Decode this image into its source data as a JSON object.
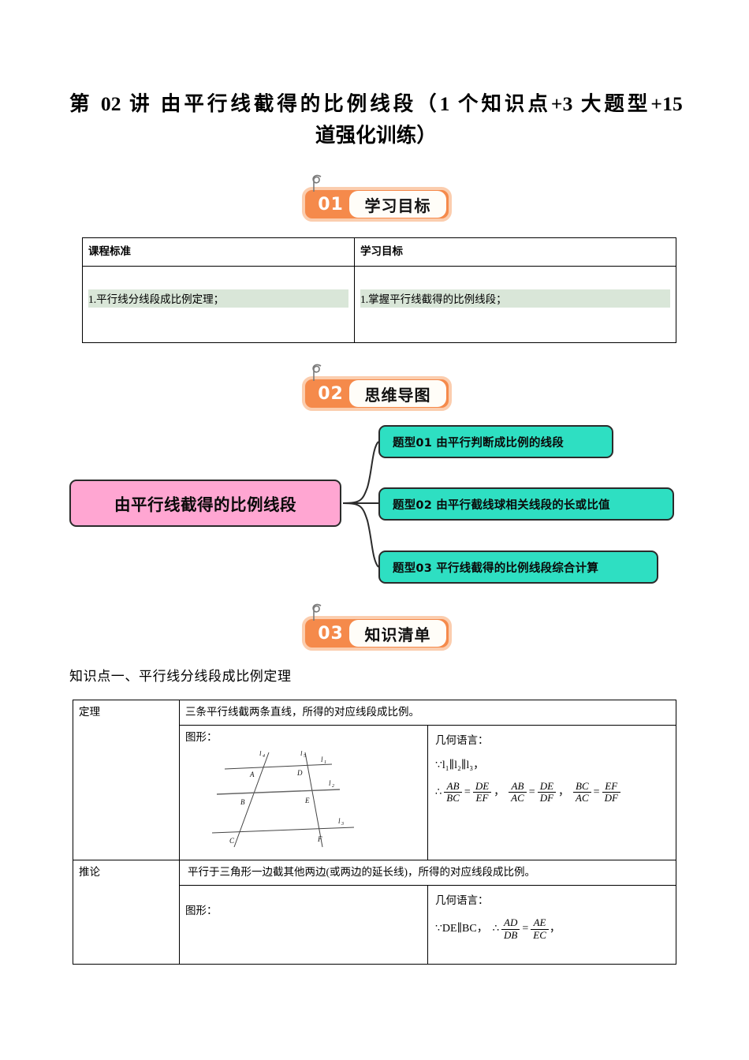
{
  "title": {
    "line1": "第 02 讲  由平行线截得的比例线段（1 个知识点+3 大题型+15",
    "line2": "道强化训练）"
  },
  "sections": [
    {
      "num": "01",
      "label": "学习目标"
    },
    {
      "num": "02",
      "label": "思维导图"
    },
    {
      "num": "03",
      "label": "知识清单"
    }
  ],
  "objectives_table": {
    "headers": [
      "课程标准",
      "学习目标"
    ],
    "rows": [
      [
        "1.平行线分线段成比例定理；",
        "1.掌握平行线截得的比例线段；"
      ]
    ],
    "highlight_color": "#D9E6D8"
  },
  "mindmap": {
    "root": "由平行线截得的比例线段",
    "root_color": "#FFA6D2",
    "branch_color": "#2EDFC2",
    "branches": [
      "题型01  由平行判断成比例的线段",
      "题型02  由平行截线球相关线段的长或比值",
      "题型03  平行线截得的比例线段综合计算"
    ]
  },
  "knowledge_point": {
    "heading": "知识点一、平行线分线段成比例定理"
  },
  "theorem_table": {
    "row1": {
      "label": "定理",
      "banner": "三条平行线截两条直线，所得的对应线段成比例。",
      "figure_label": "图形：",
      "lang_label": "几何语言：",
      "given": "∵l₁∥l₂∥l₃，",
      "conclusion_prefix": "∴",
      "equations": [
        {
          "n1": "AB",
          "d1": "BC",
          "n2": "DE",
          "d2": "EF"
        },
        {
          "n1": "AB",
          "d1": "AC",
          "n2": "DE",
          "d2": "DF"
        },
        {
          "n1": "BC",
          "d1": "AC",
          "n2": "EF",
          "d2": "DF"
        }
      ],
      "figure_points": [
        "l₄",
        "l₅",
        "l₁",
        "A",
        "D",
        "l₂",
        "B",
        "E",
        "l₃",
        "C",
        "F"
      ]
    },
    "row2": {
      "label": "推论",
      "banner": "平行于三角形一边截其他两边(或两边的延长线)，所得的对应线段成比例。",
      "figure_label": "图形：",
      "lang_label": "几何语言：",
      "given": "∵DE∥BC，",
      "conclusion_prefix": "∴",
      "equations": [
        {
          "n1": "AD",
          "d1": "DB",
          "n2": "AE",
          "d2": "EC"
        }
      ],
      "trailing": "，"
    }
  }
}
